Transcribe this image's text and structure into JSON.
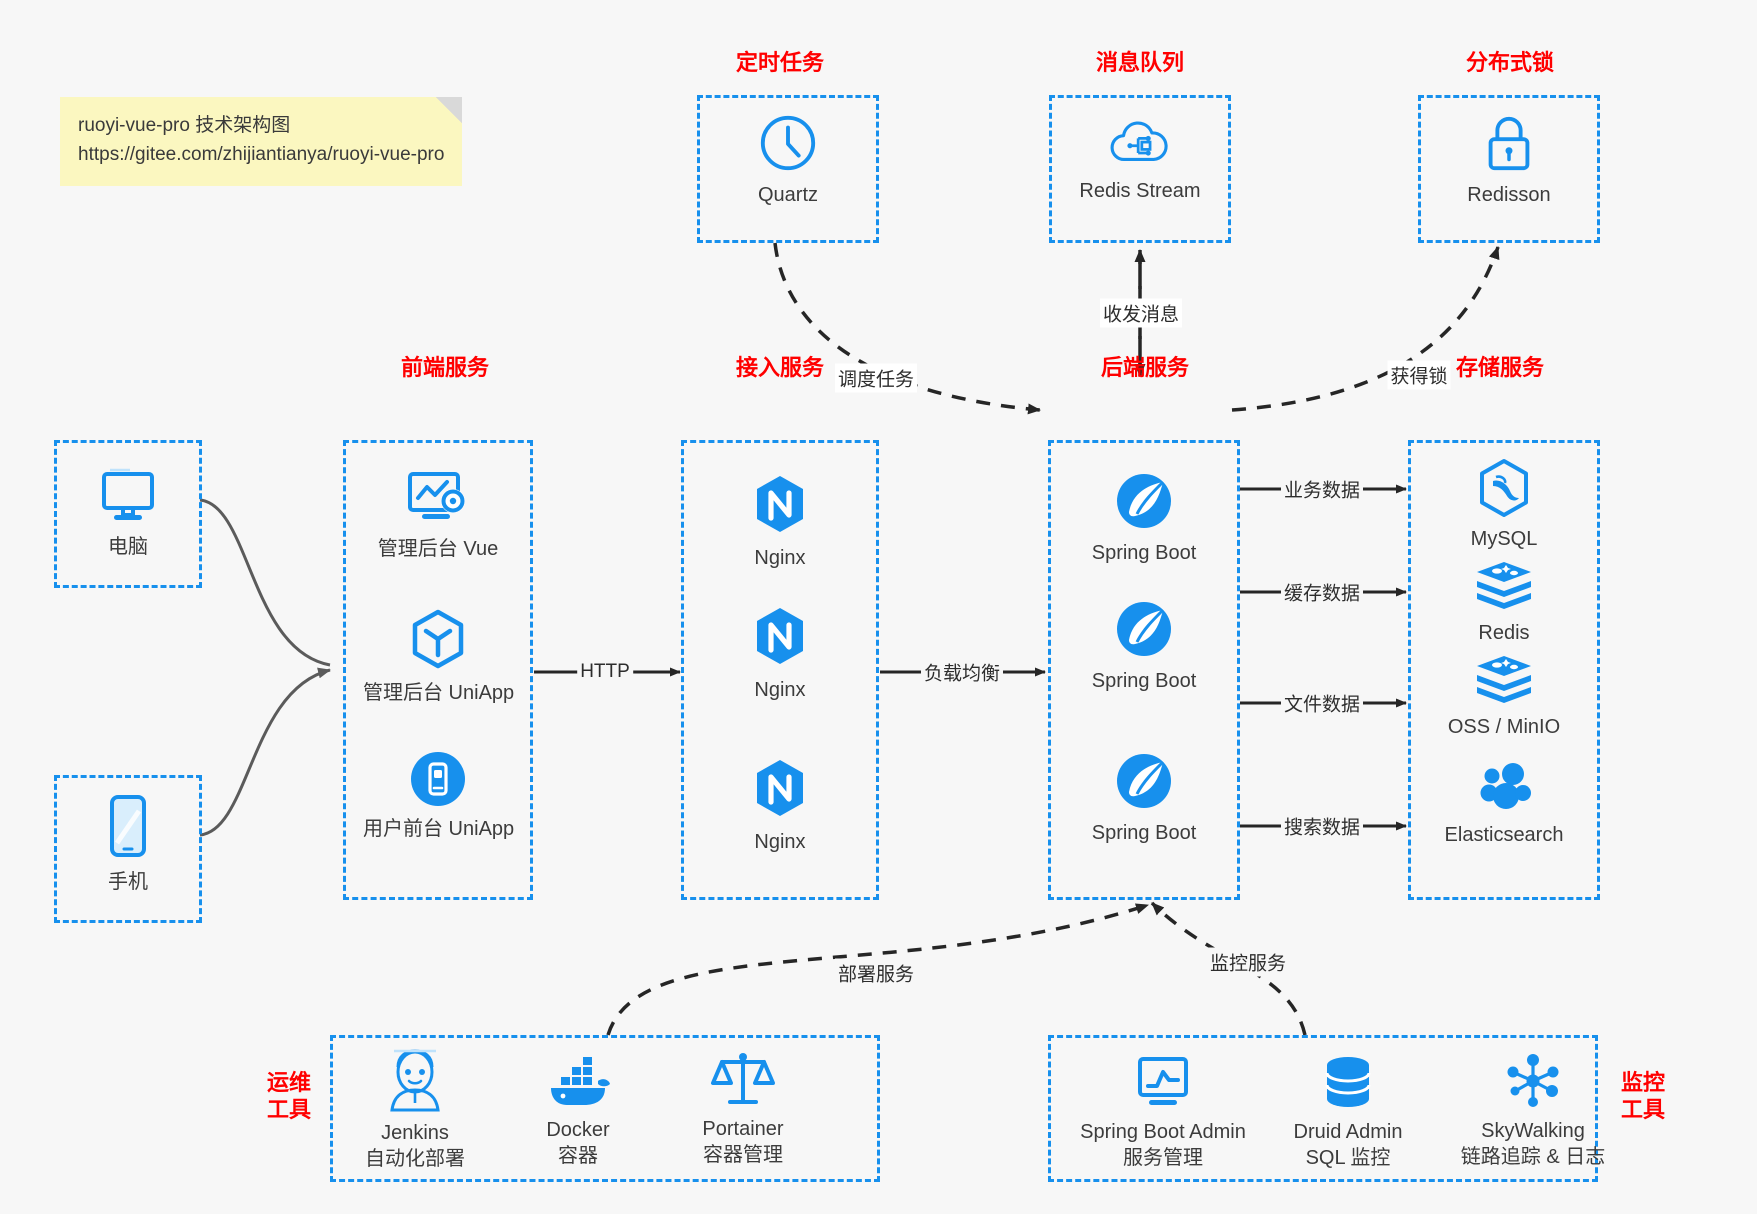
{
  "note": {
    "line1": "ruoyi-vue-pro 技术架构图",
    "line2": "https://gitee.com/zhijiantianya/ruoyi-vue-pro"
  },
  "colors": {
    "group_border": "#1790ed",
    "group_title": "#ff0000",
    "icon_blue": "#1790ed",
    "background": "#f7f7f7",
    "edge": "#262626",
    "note_bg": "#fbf7c0"
  },
  "groups": {
    "scheduler": {
      "title": "定时任务"
    },
    "mq": {
      "title": "消息队列"
    },
    "lock": {
      "title": "分布式锁"
    },
    "frontend": {
      "title": "前端服务"
    },
    "gateway": {
      "title": "接入服务"
    },
    "backend": {
      "title": "后端服务"
    },
    "storage": {
      "title": "存储服务"
    },
    "devops": {
      "title_line1": "运维",
      "title_line2": "工具"
    },
    "monitor": {
      "title_line1": "监控",
      "title_line2": "工具"
    }
  },
  "nodes": {
    "clients": [
      {
        "label": "电脑",
        "icon": "desktop-icon"
      },
      {
        "label": "手机",
        "icon": "mobile-icon"
      }
    ],
    "scheduler": [
      {
        "label": "Quartz",
        "icon": "clock-icon"
      }
    ],
    "mq": [
      {
        "label": "Redis Stream",
        "icon": "cloud-stream-icon"
      }
    ],
    "lock": [
      {
        "label": "Redisson",
        "icon": "lock-icon"
      }
    ],
    "frontend": [
      {
        "label": "管理后台 Vue",
        "icon": "dashboard-gear-icon"
      },
      {
        "label": "管理后台 UniApp",
        "icon": "cube-icon"
      },
      {
        "label": "用户前台 UniApp",
        "icon": "app-phone-icon"
      }
    ],
    "gateway": [
      {
        "label": "Nginx",
        "icon": "nginx-icon"
      },
      {
        "label": "Nginx",
        "icon": "nginx-icon"
      },
      {
        "label": "Nginx",
        "icon": "nginx-icon"
      }
    ],
    "backend": [
      {
        "label": "Spring Boot",
        "icon": "spring-leaf-icon"
      },
      {
        "label": "Spring Boot",
        "icon": "spring-leaf-icon"
      },
      {
        "label": "Spring Boot",
        "icon": "spring-leaf-icon"
      }
    ],
    "storage": [
      {
        "label": "MySQL",
        "icon": "mysql-dolphin-icon"
      },
      {
        "label": "Redis",
        "icon": "redis-stack-icon"
      },
      {
        "label": "OSS / MinIO",
        "icon": "object-storage-icon"
      },
      {
        "label": "Elasticsearch",
        "icon": "elasticsearch-icon"
      }
    ],
    "devops": [
      {
        "label": "Jenkins",
        "sub": "自动化部署",
        "icon": "jenkins-butler-icon"
      },
      {
        "label": "Docker",
        "sub": "容器",
        "icon": "docker-whale-icon"
      },
      {
        "label": "Portainer",
        "sub": "容器管理",
        "icon": "scales-icon"
      }
    ],
    "monitor": [
      {
        "label": "Spring Boot Admin",
        "sub": "服务管理",
        "icon": "monitor-chart-icon"
      },
      {
        "label": "Druid Admin",
        "sub": "SQL 监控",
        "icon": "database-icon"
      },
      {
        "label": "SkyWalking",
        "sub": "链路追踪 & 日志",
        "icon": "network-nodes-icon"
      }
    ]
  },
  "edges": [
    {
      "label": "调度任务"
    },
    {
      "label": "收发消息"
    },
    {
      "label": "获得锁"
    },
    {
      "label": "HTTP"
    },
    {
      "label": "负载均衡"
    },
    {
      "label": "业务数据"
    },
    {
      "label": "缓存数据"
    },
    {
      "label": "文件数据"
    },
    {
      "label": "搜索数据"
    },
    {
      "label": "部署服务"
    },
    {
      "label": "监控服务"
    }
  ]
}
